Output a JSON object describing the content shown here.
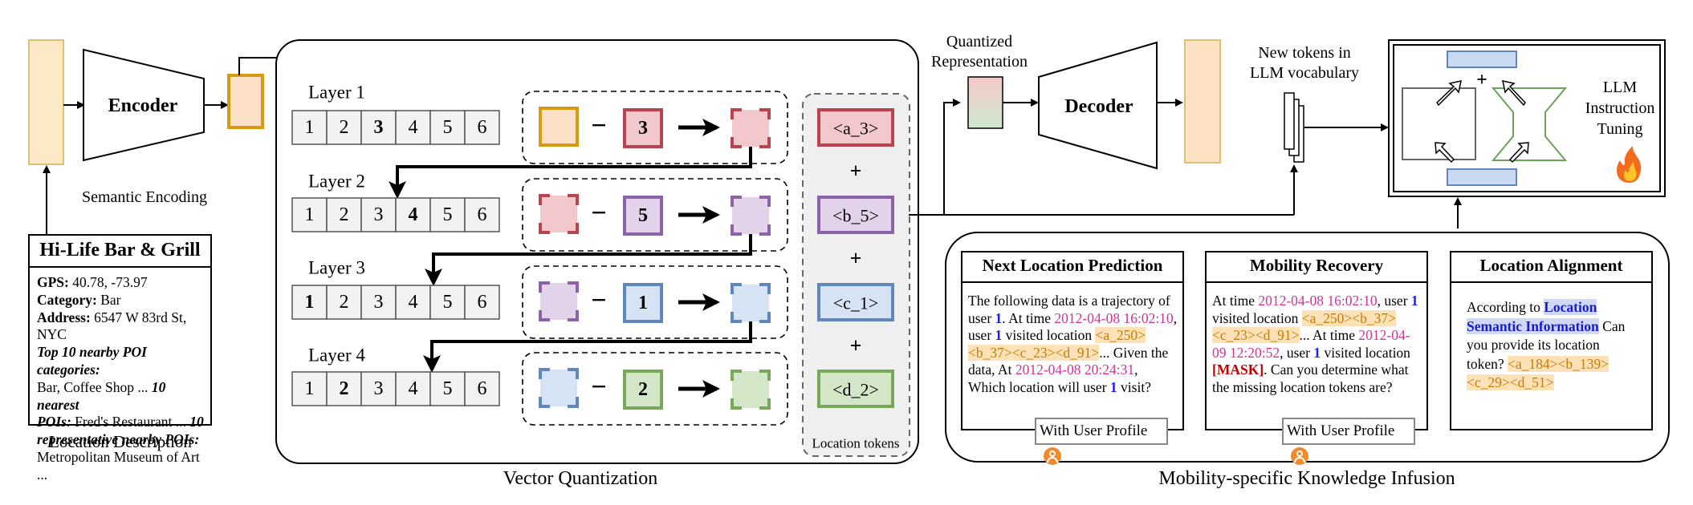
{
  "encoder": {
    "label": "Encoder",
    "semantic_encoding": "Semantic Encoding"
  },
  "location_card": {
    "title": "Hi-Life Bar & Grill",
    "gps_label": "GPS:",
    "gps_value": " 40.78, -73.97",
    "category_label": "Category:",
    "category_value": " Bar",
    "address_label": "Address:",
    "address_value": " 6547 W 83rd St, NYC",
    "line4_bi": "Top 10 nearby POI categories:",
    "line5a": "Bar, Coffee Shop ... ",
    "line5_bi": "10 nearest",
    "line6_bi": "POIs:",
    "line6a": " Fred's Restaurant ... ",
    "line6_bi2": "10",
    "line7_bi": "representative nearby POIs:",
    "line8": "Metropolitan Museum of Art ...",
    "caption": "Location Description"
  },
  "vq": {
    "caption": "Vector Quantization",
    "layers": [
      {
        "label": "Layer 1",
        "cells": [
          "1",
          "2",
          "3",
          "4",
          "5",
          "6"
        ],
        "selected": 2,
        "code": "3",
        "token": "<a_3>",
        "color": "#b84450",
        "fill": "#f3c8cc"
      },
      {
        "label": "Layer 2",
        "cells": [
          "1",
          "2",
          "3",
          "4",
          "5",
          "6"
        ],
        "selected": 3,
        "code": "5",
        "token": "<b_5>",
        "color": "#8c62a8",
        "fill": "#e2d2ea"
      },
      {
        "label": "Layer 3",
        "cells": [
          "1",
          "2",
          "3",
          "4",
          "5",
          "6"
        ],
        "selected": 0,
        "code": "1",
        "token": "<c_1>",
        "color": "#5f86bd",
        "fill": "#d6e3f5"
      },
      {
        "label": "Layer 4",
        "cells": [
          "1",
          "2",
          "3",
          "4",
          "5",
          "6"
        ],
        "selected": 1,
        "code": "2",
        "token": "<d_2>",
        "color": "#78a85a",
        "fill": "#d4e6c8"
      }
    ],
    "plus": "+",
    "minus": "−",
    "tokens_caption": "Location tokens"
  },
  "decoder": {
    "label": "Decoder",
    "quantized_line1": "Quantized",
    "quantized_line2": "Representation"
  },
  "new_tokens": {
    "line1": "New tokens in",
    "line2": "LLM vocabulary"
  },
  "llm": {
    "line1": "LLM",
    "line2": "Instruction",
    "line3": "Tuning",
    "plus": "+"
  },
  "knowledge": {
    "caption": "Mobility-specific Knowledge Infusion",
    "next_location": {
      "title": "Next Location Prediction",
      "t1": "The following data is a trajectory of user ",
      "u1": "1",
      "t2": ". At time ",
      "d1": "2012-04-08 16:02:10",
      "t3": ", user ",
      "u2": "1",
      "t4": " visited location ",
      "tok1": "<a_250><b_37><c_23><d_91>",
      "t5": "... Given the data, At ",
      "d2": "2012-04-08 20:24:31",
      "t6": ", Which location will user ",
      "u3": "1",
      "t7": " visit?",
      "profile": "With User Profile"
    },
    "mobility_recovery": {
      "title": "Mobility Recovery",
      "t1": "At time ",
      "d1": "2012-04-08 16:02:10",
      "t2": ", user ",
      "u1": "1",
      "t3": " visited location ",
      "tok1": "<a_250><b_37><c_23><d_91>",
      "t4": "... At time ",
      "d2": "2012-04-09 12:20:52",
      "t5": ", user ",
      "u2": "1",
      "t6": " visited location ",
      "mask": "[MASK]",
      "t7": ". Can you determine what the missing location tokens are?",
      "profile": "With User Profile"
    },
    "location_alignment": {
      "title": "Location Alignment",
      "t1": "According to ",
      "sem": "Location Semantic Information",
      "t2": " Can you provide its location token? ",
      "tok1": "<a_184><b_139><c_29><d_51>"
    }
  }
}
